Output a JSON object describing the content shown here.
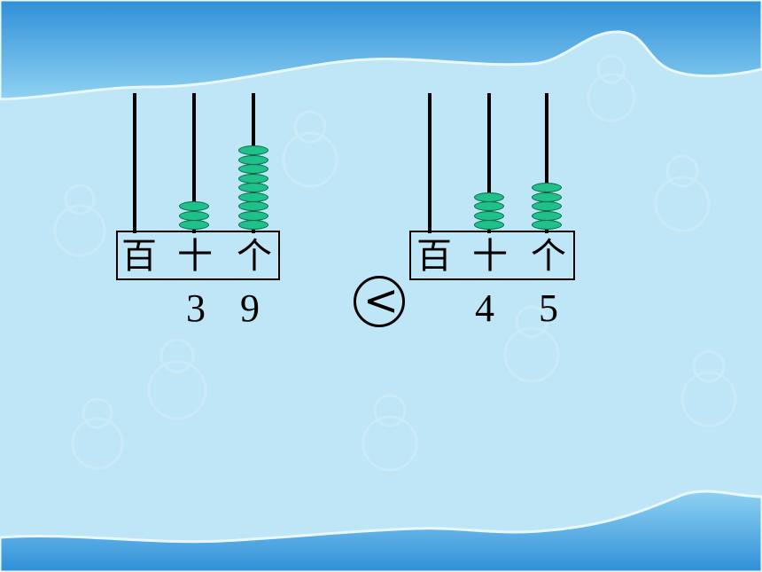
{
  "abaci": [
    {
      "places": {
        "hundreds": "百",
        "tens": "十",
        "ones": "个"
      },
      "beads": {
        "hundreds": 0,
        "tens": 3,
        "ones": 9
      },
      "digits": {
        "tens": "3",
        "ones": "9"
      }
    },
    {
      "places": {
        "hundreds": "百",
        "tens": "十",
        "ones": "个"
      },
      "beads": {
        "hundreds": 0,
        "tens": 4,
        "ones": 5
      },
      "digits": {
        "tens": "4",
        "ones": "5"
      }
    }
  ],
  "comparison": {
    "symbol": "<"
  },
  "colors": {
    "background": "#bfe6f6",
    "bead": "#1fc08a",
    "wave": "#5fb4e6"
  }
}
